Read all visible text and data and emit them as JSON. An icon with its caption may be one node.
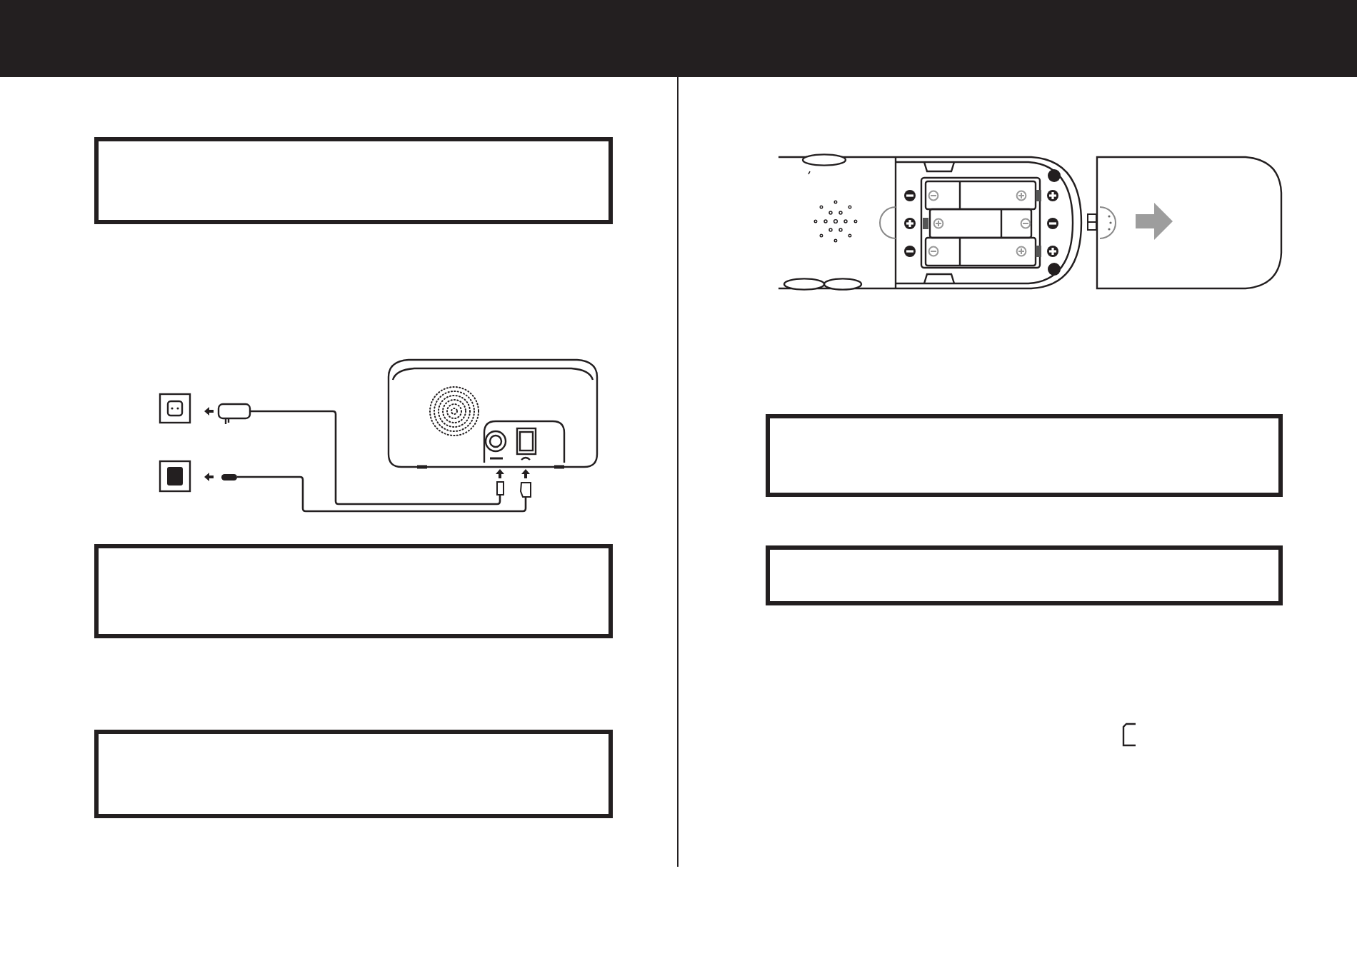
{
  "diagram": {
    "nodes": [
      {
        "text": [],
        "shape": "box"
      },
      {
        "text": [],
        "shape": "box"
      },
      {
        "text": [],
        "shape": "box"
      },
      {
        "text": [],
        "shape": "box"
      },
      {
        "text": [],
        "shape": "box"
      }
    ]
  }
}
